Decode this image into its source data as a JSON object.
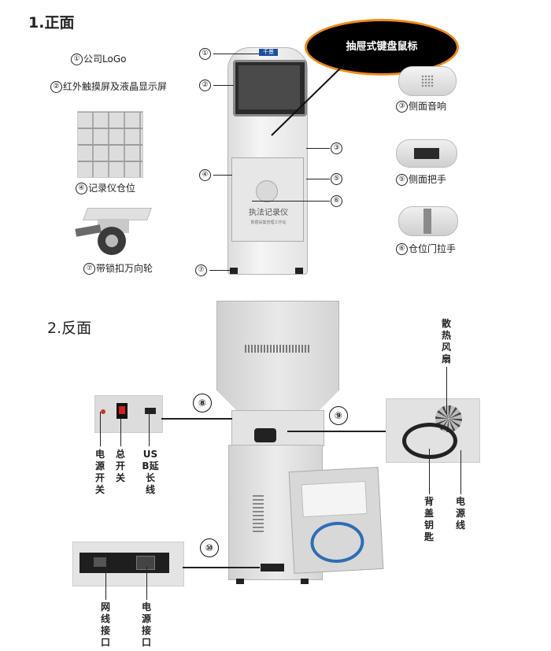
{
  "front": {
    "title": "1.正面",
    "callout": "抽屉式键盘鼠标",
    "left_labels": [
      {
        "num": "①",
        "text": "公司LoGo"
      },
      {
        "num": "②",
        "text": "红外触摸屏及液晶显示屏"
      },
      {
        "num": "④",
        "text": "记录仪仓位"
      },
      {
        "num": "⑦",
        "text": "带锁扣万向轮"
      }
    ],
    "right_labels": [
      {
        "num": "③",
        "text": "侧面音响"
      },
      {
        "num": "⑤",
        "text": "侧面把手"
      },
      {
        "num": "⑥",
        "text": "仓位门拉手"
      }
    ],
    "markers": [
      "①",
      "②",
      "③",
      "④",
      "⑤",
      "⑥",
      "⑦"
    ],
    "logo_text": "千景",
    "cabinet_text": "执法记录仪",
    "cabinet_subtext": "数据采集管理工作站"
  },
  "back": {
    "title": "2.反面",
    "markers": [
      "⑧",
      "⑨",
      "⑩"
    ],
    "panel8_labels": [
      "电源开关",
      "总开关",
      "USB延长线"
    ],
    "panel9_labels_top": "散热风扇",
    "panel9_labels_bottom": [
      "背盖钥匙",
      "电源线"
    ],
    "panel10_labels": [
      "网线接口",
      "电源接口"
    ]
  }
}
